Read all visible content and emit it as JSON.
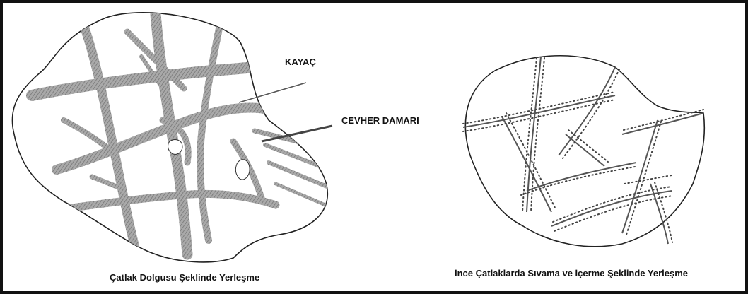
{
  "labels": {
    "rock": "KAYAÇ",
    "ore_vein": "CEVHER DAMARI"
  },
  "captions": {
    "left": "Çatlak Dolgusu Şeklinde Yerleşme",
    "right": "İnce Çatlaklarda Sıvama ve İçerme Şeklinde Yerleşme"
  }
}
